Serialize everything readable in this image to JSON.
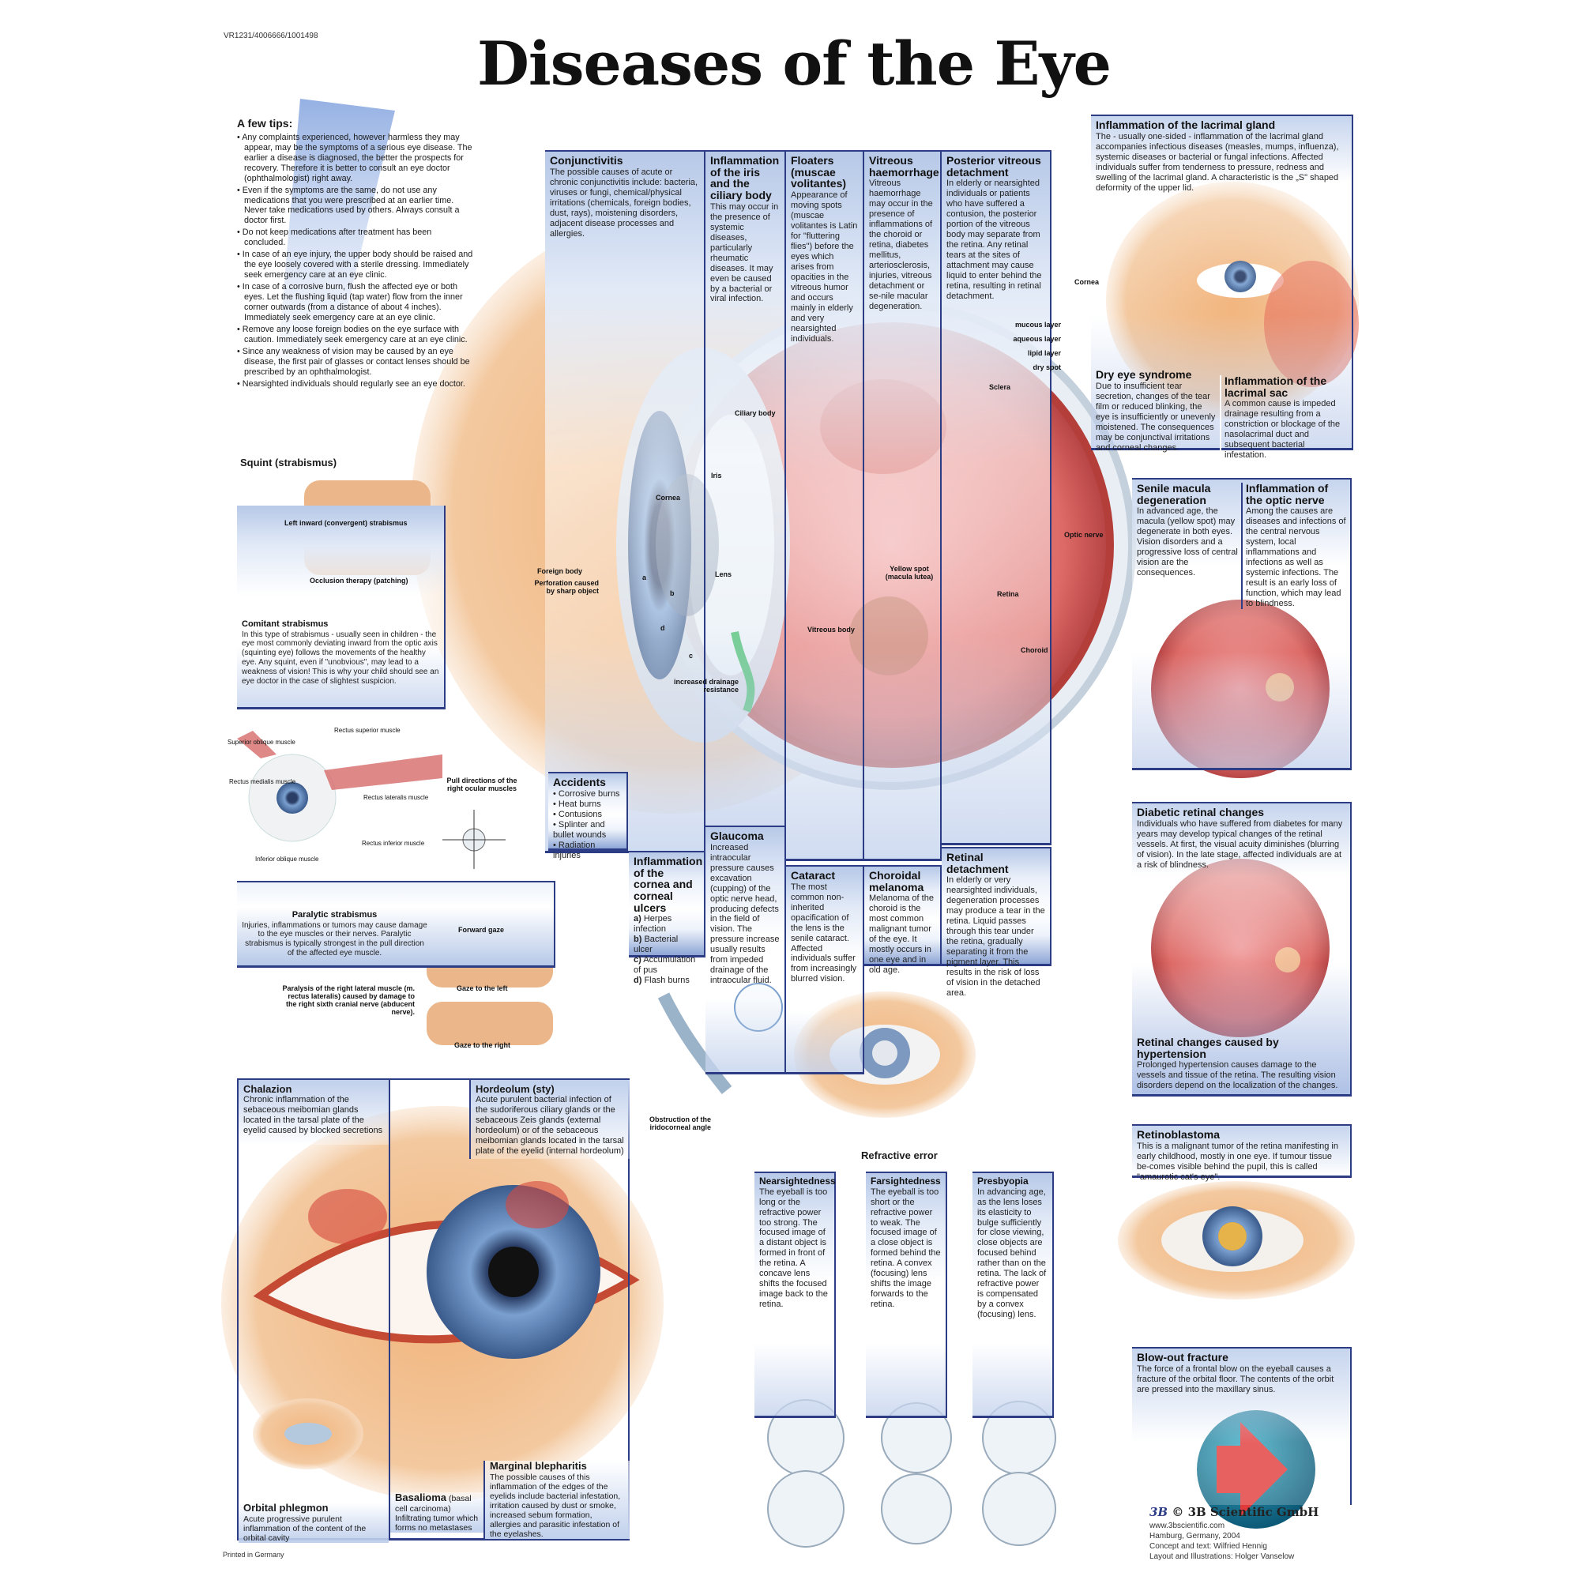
{
  "code": "VR1231/4006666/1001498",
  "title": "Diseases of the Eye",
  "tips": {
    "heading": "A few tips:",
    "items": [
      "Any complaints experienced, however harmless they may appear, may be the symptoms of a serious eye disease. The earlier a disease is diagnosed, the better the prospects for recovery. Therefore it is better to consult an eye doctor (ophthalmologist) right away.",
      "Even if the symptoms are the same, do not use any medications that you were prescribed at an earlier time. Never take medications used by others. Always consult a doctor first.",
      "Do not keep medications after treatment has been concluded.",
      "In case of an eye injury, the upper body should be raised and the eye loosely covered with a sterile dressing. Immediately seek emergency care at an eye clinic.",
      "In case of a corrosive burn, flush the affected eye or both eyes. Let the flushing liquid (tap water) flow from the inner corner outwards (from a distance of about 4 inches). Immediately seek emergency care at an eye clinic.",
      "Remove any loose foreign bodies on the eye surface with caution. Immediately seek emergency care at an eye clinic.",
      "Since any weakness of vision may be caused by an eye disease, the first pair of glasses or contact lenses should be prescribed by an ophthalmologist.",
      "Nearsighted individuals should regularly see an eye doctor."
    ]
  },
  "panels": {
    "conjunctivitis": {
      "title": "Conjunctivitis",
      "text": "The possible causes of acute or chronic conjunctivitis include: bacteria, viruses or fungi, chemical/physical irritations (chemicals, foreign bodies, dust, rays), moistening disorders, adjacent disease processes and allergies."
    },
    "iris": {
      "title": "Inflammation of the iris and the ciliary body",
      "text": "This may occur in the presence of systemic diseases, particularly rheumatic diseases. It may even be caused by a bacterial or viral infection."
    },
    "floaters": {
      "title": "Floaters (muscae volitantes)",
      "text": "Appearance of moving spots (muscae volitantes is Latin for \"fluttering flies\") before the eyes which arises from opacities in the vitreous humor and occurs mainly in elderly and very nearsighted individuals."
    },
    "vitreous": {
      "title": "Vitreous haemorrhage",
      "text": "Vitreous haemorrhage may occur in the presence of inflammations of the choroid or retina, diabetes mellitus, arteriosclerosis, injuries, vitreous detachment or se-nile macular degeneration."
    },
    "posterior": {
      "title": "Posterior vitreous detachment",
      "text": "In elderly or nearsighted individuals or patients who have suffered a contusion, the posterior portion of the vitreous body may separate from the retina. Any retinal tears at the sites of attachment may cause liquid to enter behind the retina, resulting in retinal detachment."
    },
    "lacrimal_gland": {
      "title": "Inflammation of the lacrimal gland",
      "text": "The - usually one-sided - inflammation of the lacrimal gland accompanies infectious diseases (measles, mumps, influenza), systemic diseases or bacterial or fungal infections. Affected individuals suffer from tenderness to pressure, redness and swelling of the lacrimal gland. A characteristic is the „S\" shaped deformity of the upper lid."
    },
    "dry_eye": {
      "title": "Dry eye syndrome",
      "text": "Due to insufficient tear secretion, changes of the tear film or reduced blinking, the eye is insufficiently or unevenly moistened. The consequences may be conjunctival irritations and corneal changes."
    },
    "lacrimal_sac": {
      "title": "Inflammation of the lacrimal sac",
      "text": "A common cause is impeded drainage resulting from a constriction or blockage of the nasolacrimal duct and subsequent bacterial infestation."
    },
    "macula": {
      "title": "Senile macula degeneration",
      "text": "In advanced age, the macula (yellow spot) may degenerate in both eyes. Vision disorders and a progressive loss of central vision are the consequences."
    },
    "optic": {
      "title": "Inflammation of the optic nerve",
      "text": "Among the causes are diseases and infections of the central nervous system, local inflammations and infections as well as systemic infections. The result is an early loss of function, which may lead to blindness."
    },
    "diabetic": {
      "title": "Diabetic retinal changes",
      "text": "Individuals who have suffered from diabetes for many years may develop typical changes of the retinal vessels. At first, the visual acuity diminishes (blurring of vision). In the late stage, affected individuals are at a risk of blindness."
    },
    "hypertension": {
      "title": "Retinal changes caused by hypertension",
      "text": "Prolonged hypertension causes damage to the vessels and tissue of the retina. The resulting vision disorders depend on the localization of the changes."
    },
    "retinoblastoma": {
      "title": "Retinoblastoma",
      "text": "This is a malignant tumor of the retina manifesting in early childhood, mostly in one eye. If tumour tissue be-comes visible behind the pupil, this is called \"amaurotic cat's eye\"."
    },
    "blowout": {
      "title": "Blow-out fracture",
      "text": "The force of a frontal blow on the eyeball causes a fracture of the orbital floor. The contents of the orbit are pressed into the maxillary sinus."
    },
    "accidents": {
      "title": "Accidents",
      "items": [
        "Corrosive burns",
        "Heat burns",
        "Contusions",
        "Splinter and bullet wounds",
        "Radiation injuries"
      ]
    },
    "cornea": {
      "title": "Inflammation of the cornea and corneal ulcers",
      "items": [
        [
          "a)",
          "Herpes infection"
        ],
        [
          "b)",
          "Bacterial ulcer"
        ],
        [
          "c)",
          "Accumulation of pus"
        ],
        [
          "d)",
          "Flash burns"
        ]
      ]
    },
    "glaucoma": {
      "title": "Glaucoma",
      "text": "Increased intraocular pressure causes excavation (cupping) of the optic nerve head, producing defects in the field of vision. The pressure increase usually results from impeded drainage of the intraocular fluid."
    },
    "cataract": {
      "title": "Cataract",
      "text": "The most common non-inherited opacification of the lens is the senile cataract. Affected individuals suffer from increasingly blurred vision."
    },
    "choroidal": {
      "title": "Choroidal melanoma",
      "text": "Melanoma of the choroid is the most common malignant tumor of the eye. It mostly occurs in one eye and in old age."
    },
    "retinal_detachment": {
      "title": "Retinal detachment",
      "text": "In elderly or very nearsighted individuals, degeneration processes may produce a tear in the retina. Liquid passes through this tear under the retina, gradually separating it from the pigment layer. This results in the risk of loss of vision in the detached area."
    },
    "chalazion": {
      "title": "Chalazion",
      "text": "Chronic inflammation of the sebaceous meibomian glands located in the tarsal plate of the eyelid caused by blocked secretions"
    },
    "hordeolum": {
      "title": "Hordeolum (sty)",
      "text": "Acute purulent bacterial infection of the sudoriferous ciliary glands or the sebaceous Zeis glands (external hordeolum) or of the sebaceous meibomian glands located in the tarsal plate of the eyelid (internal hordeolum)"
    },
    "orbital": {
      "title": "Orbital phlegmon",
      "text": "Acute progressive purulent inflammation of the content of the orbital cavity"
    },
    "basalioma": {
      "title": "Basalioma",
      "subtitle": "(basal cell carcinoma)",
      "text": "Infiltrating tumor which forms no metastases"
    },
    "blepharitis": {
      "title": "Marginal blepharitis",
      "text": "The possible causes of this inflammation of the edges of the eyelids include bacterial infestation, irritation caused by dust or smoke, increased sebum formation, allergies and parasitic infestation of the eyelashes."
    },
    "paralytic": {
      "title": "Paralytic strabismus",
      "text": "Injuries, inflammations or tumors may cause damage to the eye muscles or their nerves. Paralytic strabismus is typically strongest in the pull direction of the affected eye muscle."
    },
    "comitant": {
      "title": "Comitant strabismus",
      "text": "In this type of strabismus - usually seen in children - the eye most commonly deviating inward from the optic axis (squinting eye) follows the movements of the healthy eye. Any squint, even if \"unobvious\", may lead to a weakness of vision! This is why your child should see an eye doctor in the case of slightest suspicion."
    }
  },
  "squint": {
    "heading": "Squint (strabismus)",
    "left_inward": "Left inward (convergent) strabismus",
    "occlusion": "Occlusion therapy (patching)",
    "paralysis_note": "Paralysis of the right lateral muscle (m. rectus lateralis) caused by damage to the right sixth cranial nerve (abducent nerve).",
    "forward": "Forward gaze",
    "left": "Gaze to the left",
    "right": "Gaze to the right"
  },
  "muscles": {
    "superior_oblique": "Superior oblique muscle",
    "rectus_superior": "Rectus superior muscle",
    "rectus_medialis": "Rectus medialis muscle",
    "rectus_lateralis": "Rectus lateralis muscle",
    "rectus_inferior": "Rectus inferior muscle",
    "inferior_oblique": "Inferior oblique muscle",
    "pull_title": "Pull directions of the right ocular muscles"
  },
  "eye_labels": {
    "cornea": "Cornea",
    "ciliary": "Ciliary body",
    "iris": "Iris",
    "lens": "Lens",
    "sclera": "Sclera",
    "optic_nerve": "Optic nerve",
    "retina": "Retina",
    "choroid": "Choroid",
    "yellow_spot": "Yellow spot (macula lutea)",
    "vitreous_body": "Vitreous body",
    "foreign_body": "Foreign body",
    "perforation": "Perforation caused by sharp object",
    "a": "a",
    "b": "b",
    "c": "c",
    "d": "d",
    "drainage": "increased drainage resistance",
    "obstruction": "Obstruction of the iridocorneal angle",
    "cornea2": "Cornea",
    "mucous": "mucous layer",
    "aqueous": "aqueous layer",
    "lipid": "lipid layer",
    "dry_spot": "dry spot"
  },
  "refractive": {
    "heading": "Refractive error",
    "near": {
      "title": "Nearsightedness",
      "text": "The eyeball is too long or the refractive power too strong. The focused image of a distant object is formed in front of the retina. A concave lens shifts the focused image back to the retina."
    },
    "far": {
      "title": "Farsightedness",
      "text": "The eyeball is too short or the refractive power to weak. The focused image of a close object is formed behind the retina. A convex (focusing) lens shifts the image forwards to the retina."
    },
    "presbyopia": {
      "title": "Presbyopia",
      "text": "In advancing age, as the lens loses its elasticity to bulge sufficiently for close viewing, close objects are focused behind rather than on the retina. The lack of refractive power is compensated by a convex (focusing) lens."
    }
  },
  "credits": {
    "logo": "3B",
    "company": "© 3B Scientific GmbH",
    "url": "www.3bscientific.com",
    "place": "Hamburg, Germany, 2004",
    "concept": "Concept and text: Wilfried Hennig",
    "layout": "Layout and Illustrations: Holger Vanselow"
  },
  "printed": "Printed in Germany",
  "colors": {
    "panel_border": "#2c3d86",
    "skin": "#e9a36a",
    "retina": "#d9605a",
    "iris": "#6f94c4"
  }
}
